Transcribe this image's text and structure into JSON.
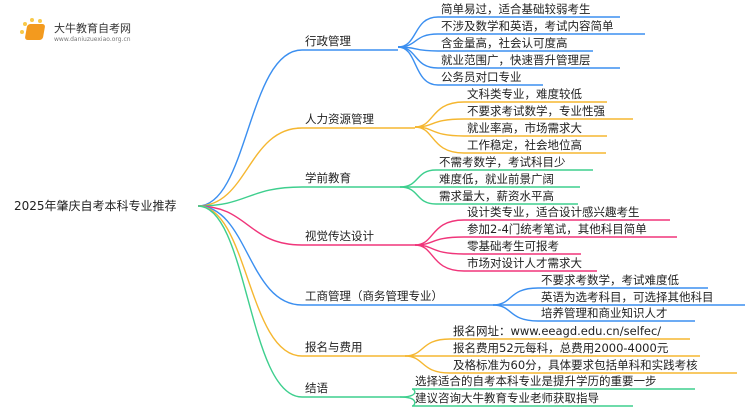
{
  "logo": {
    "title": "大牛教育自考网",
    "url": "www.daniuzuexiao.org.cn"
  },
  "root": "2025年肇庆自考本科专业推荐",
  "branches": [
    {
      "label": "行政管理",
      "color": "#3b8ff0",
      "leaves": [
        "简单易过，适合基础较弱考生",
        "不涉及数学和英语，考试内容简单",
        "含金量高，社会认可度高",
        "就业范围广，快速晋升管理层",
        "公务员对口专业"
      ]
    },
    {
      "label": "人力资源管理",
      "color": "#f5b731",
      "leaves": [
        "文科类专业，难度较低",
        "不要求考试数学，专业性强",
        "就业率高，市场需求大",
        "工作稳定，社会地位高"
      ]
    },
    {
      "label": "学前教育",
      "color": "#3ecf8e",
      "leaves": [
        "不需考数学，考试科目少",
        "难度低，就业前景广阔",
        "需求量大，薪资水平高"
      ]
    },
    {
      "label": "视觉传达设计",
      "color": "#f0357a",
      "leaves": [
        "设计类专业，适合设计感兴趣考生",
        "参加2-4门统考笔试，其他科目简单",
        "零基础考生可报考",
        "市场对设计人才需求大"
      ]
    },
    {
      "label": "工商管理（商务管理专业）",
      "color": "#3b8ff0",
      "leaves": [
        "不要求考数学，考试难度低",
        "英语为选考科目，可选择其他科目",
        "培养管理和商业知识人才"
      ]
    },
    {
      "label": "报名与费用",
      "color": "#f5b731",
      "leaves": [
        "报名网址：www.eeagd.edu.cn/selfec/",
        "报名费用52元每科，总费用2000-4000元",
        "及格标准为60分，具体要求包括单科和实践考核"
      ]
    },
    {
      "label": "结语",
      "color": "#3ecf8e",
      "leaves": [
        "选择适合的自考本科专业是提升学历的重要一步",
        "建议咨询大牛教育专业老师获取指导"
      ]
    }
  ]
}
